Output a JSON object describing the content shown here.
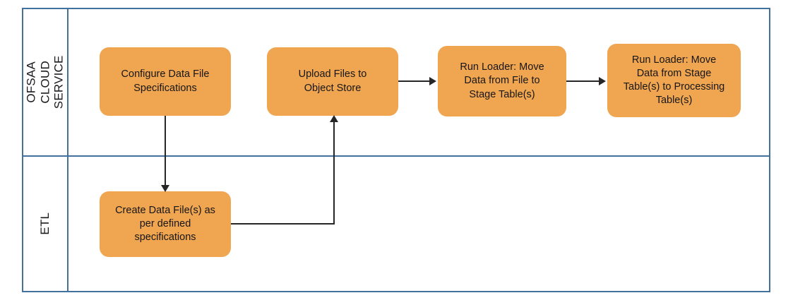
{
  "diagram": {
    "type": "swimlane-flowchart",
    "colors": {
      "node_fill": "#F0A551",
      "lane_border": "#41719C",
      "connector": "#262626",
      "text": "#161616",
      "background": "#FFFFFF"
    },
    "lanes": [
      {
        "id": "ofsaa",
        "label": "OFSAA\nCLOUD SERVICE"
      },
      {
        "id": "etl",
        "label": "ETL"
      }
    ],
    "nodes": [
      {
        "id": "configure",
        "lane": "ofsaa",
        "label": "Configure Data File\nSpecifications"
      },
      {
        "id": "upload",
        "lane": "ofsaa",
        "label": "Upload Files to\nObject Store"
      },
      {
        "id": "loader_file",
        "lane": "ofsaa",
        "label": "Run Loader: Move\nData from File to\nStage Table(s)"
      },
      {
        "id": "loader_stage",
        "lane": "ofsaa",
        "label": "Run Loader: Move\nData from Stage\nTable(s) to Processing\nTable(s)"
      },
      {
        "id": "create",
        "lane": "etl",
        "label": "Create Data File(s) as\nper defined\nspecifications"
      }
    ],
    "connectors": [
      {
        "id": "configure-to-create",
        "from": "configure",
        "to": "create",
        "style": "straight-down"
      },
      {
        "id": "create-to-upload",
        "from": "create",
        "to": "upload",
        "style": "elbow-right-up"
      },
      {
        "id": "upload-to-loader-file",
        "from": "upload",
        "to": "loader_file",
        "style": "straight-right"
      },
      {
        "id": "loader-file-to-loader-stage",
        "from": "loader_file",
        "to": "loader_stage",
        "style": "straight-right"
      }
    ]
  }
}
